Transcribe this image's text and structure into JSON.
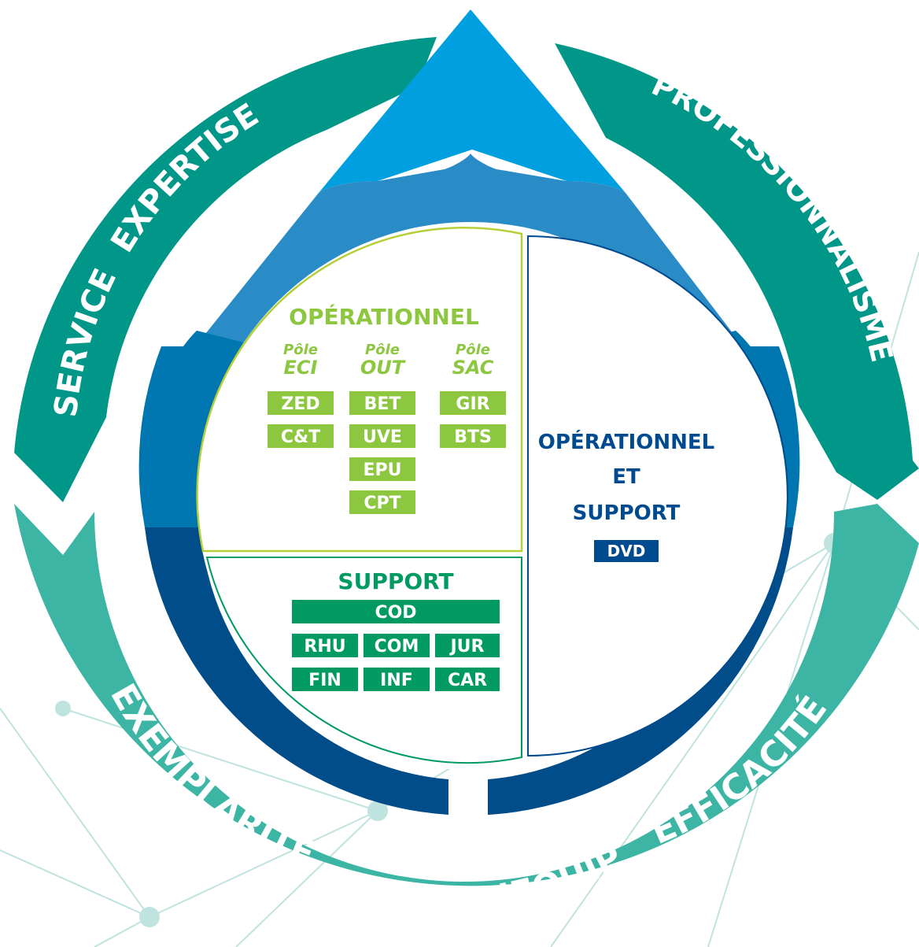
{
  "values": {
    "service": "SERVICE",
    "expertise": "EXPERTISE",
    "professionnalisme": "PROFESSIONNALISME",
    "exemplarite": "EXEMPLARITÉ",
    "esprit_equipe": "ESPRIT D’ÉQUIPE",
    "efficacite": "EFFICACITÉ"
  },
  "operationnel": {
    "title": "OPÉRATIONNEL",
    "poles": [
      {
        "prefix": "Pôle",
        "name": "ECI",
        "units": [
          "ZED",
          "C&T"
        ]
      },
      {
        "prefix": "Pôle",
        "name": "OUT",
        "units": [
          "BET",
          "UVE",
          "EPU",
          "CPT"
        ]
      },
      {
        "prefix": "Pôle",
        "name": "SAC",
        "units": [
          "GIR",
          "BTS"
        ]
      }
    ]
  },
  "support": {
    "title": "SUPPORT",
    "lead": "COD",
    "units": [
      "RHU",
      "COM",
      "JUR",
      "FIN",
      "INF",
      "CAR"
    ]
  },
  "operationnel_support": {
    "line1": "OPÉRATIONNEL",
    "line2": "ET",
    "line3": "SUPPORT",
    "unit": "DVD"
  },
  "colors": {
    "dark_teal": "#009688",
    "light_teal": "#3db5a4",
    "drop_tip": "#009fdf",
    "drop_mid": "#2a8cc6",
    "drop_ring": "#0076b0",
    "drop_dark": "#004d8a",
    "op_green": "#8dc63f",
    "op_border": "#b4cf38",
    "support_green": "#009a62",
    "navy": "#004a8f"
  }
}
